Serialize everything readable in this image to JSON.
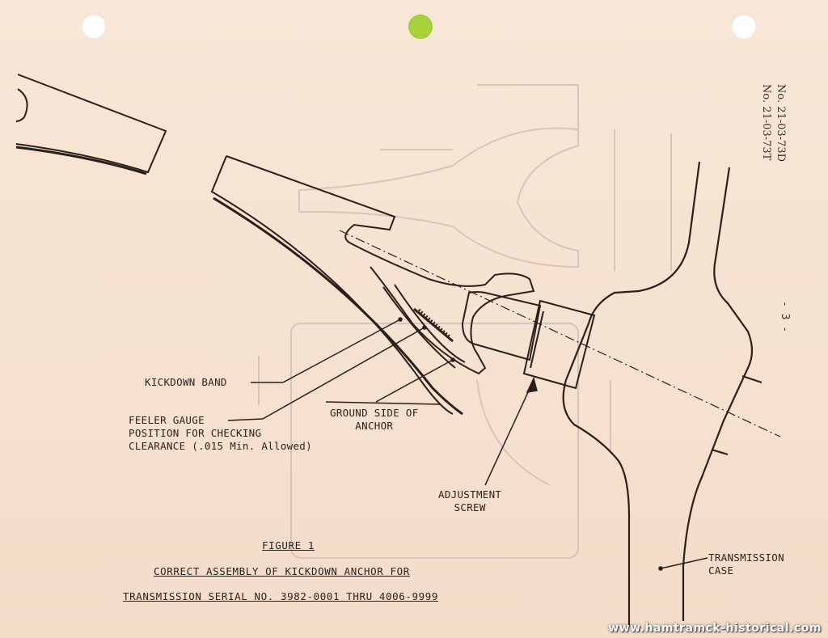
{
  "header": {
    "doc_numbers": [
      "No. 21-03-73D",
      "No. 21-03-73T"
    ],
    "page_number": "- 3 -"
  },
  "labels": {
    "kickdown_band": "KICKDOWN BAND",
    "feeler_gauge": [
      "FEELER GAUGE",
      "POSITION FOR CHECKING",
      "CLEARANCE (.015 Min. Allowed)"
    ],
    "ground_side": [
      "GROUND SIDE OF",
      "ANCHOR"
    ],
    "adjustment_screw": [
      "ADJUSTMENT",
      "SCREW"
    ],
    "transmission_case": [
      "TRANSMISSION",
      "CASE"
    ]
  },
  "caption": {
    "figure": "FIGURE 1",
    "line1": "CORRECT ASSEMBLY OF KICKDOWN ANCHOR FOR",
    "line2": "TRANSMISSION SERIAL NO. 3982-0001 THRU 4006-9999"
  },
  "watermark": "www.hamtramck-historical.com",
  "colors": {
    "paper": "#f7e4d3",
    "ink": "#2c221c",
    "bleed": "#c9c0bb",
    "punch_green": "#a7d23c"
  }
}
